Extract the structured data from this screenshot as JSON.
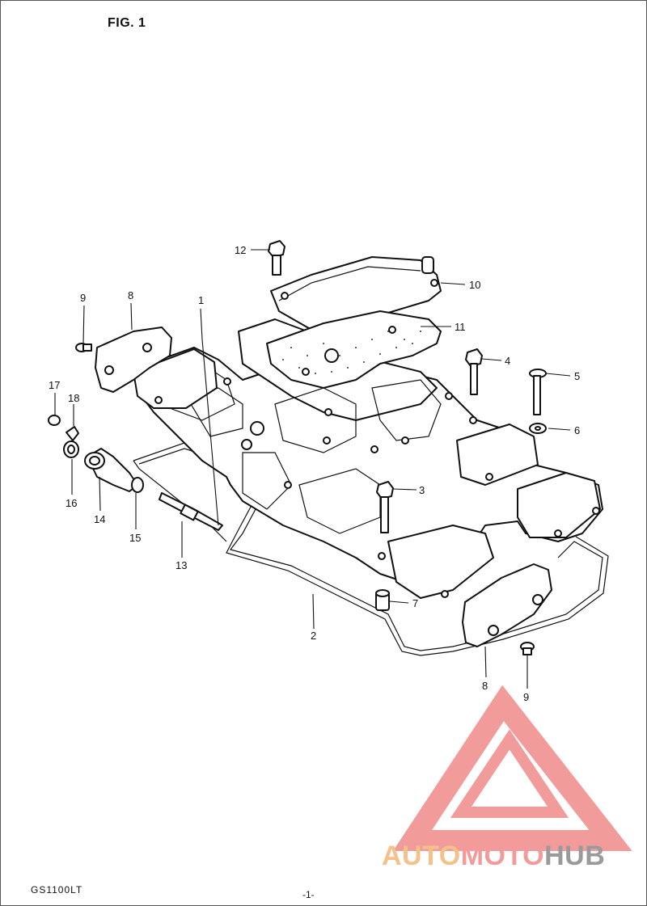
{
  "figure": {
    "title": "FIG. 1"
  },
  "footer": {
    "model": "GS1100LT",
    "page": "-1-"
  },
  "watermark": {
    "parts": [
      "AUTO",
      "MOTO",
      "HUB"
    ],
    "colors": {
      "auto": "#f6c08a",
      "moto": "#f59a9a",
      "hub": "#9a9a9a",
      "triangle": "#f08a8a"
    }
  },
  "callouts": [
    {
      "id": "c1",
      "text": "1"
    },
    {
      "id": "c2",
      "text": "2"
    },
    {
      "id": "c3",
      "text": "3"
    },
    {
      "id": "c4",
      "text": "4"
    },
    {
      "id": "c5",
      "text": "5"
    },
    {
      "id": "c6",
      "text": "6"
    },
    {
      "id": "c7",
      "text": "7"
    },
    {
      "id": "c8a",
      "text": "8"
    },
    {
      "id": "c8b",
      "text": "8"
    },
    {
      "id": "c9a",
      "text": "9"
    },
    {
      "id": "c9b",
      "text": "9"
    },
    {
      "id": "c10",
      "text": "10"
    },
    {
      "id": "c11",
      "text": "11"
    },
    {
      "id": "c12",
      "text": "12"
    },
    {
      "id": "c13",
      "text": "13"
    },
    {
      "id": "c14",
      "text": "14"
    },
    {
      "id": "c15",
      "text": "15"
    },
    {
      "id": "c16",
      "text": "16"
    },
    {
      "id": "c17",
      "text": "17"
    },
    {
      "id": "c18",
      "text": "18"
    }
  ]
}
